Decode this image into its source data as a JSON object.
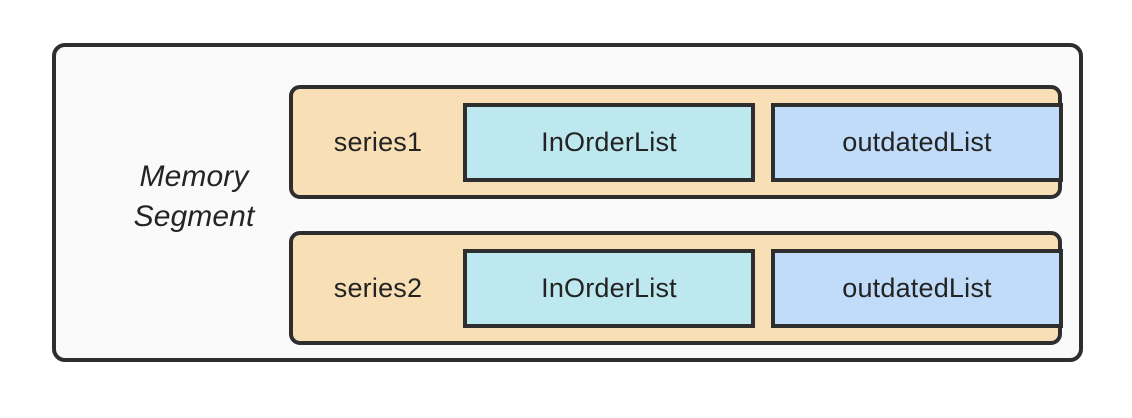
{
  "diagram": {
    "type": "block-diagram",
    "title": "Memory Segment",
    "container": {
      "label_line1": "Memory",
      "label_line2": "Segment",
      "label": "Memory\nSegment",
      "fill_color": "#fafafa",
      "border_color": "#2f2e2e"
    },
    "colors": {
      "page_background": "#ffffff",
      "container_fill": "#fafafa",
      "series_fill": "#f8dfb6",
      "inorder_fill": "#bde8ef",
      "outdated_fill": "#c0dcf8",
      "stroke": "#2f2e2e",
      "text": "#232323"
    },
    "rows": [
      {
        "name": "series1",
        "label": "series1",
        "fill_color": "#f8dfb6",
        "boxes": [
          {
            "key": "inorder",
            "label": "InOrderList",
            "fill_color": "#bde8ef"
          },
          {
            "key": "outdated",
            "label": "outdatedList",
            "fill_color": "#c0dcf8"
          }
        ]
      },
      {
        "name": "series2",
        "label": "series2",
        "fill_color": "#f8dfb6",
        "boxes": [
          {
            "key": "inorder",
            "label": "InOrderList",
            "fill_color": "#bde8ef"
          },
          {
            "key": "outdated",
            "label": "outdatedList",
            "fill_color": "#c0dcf8"
          }
        ]
      }
    ]
  }
}
